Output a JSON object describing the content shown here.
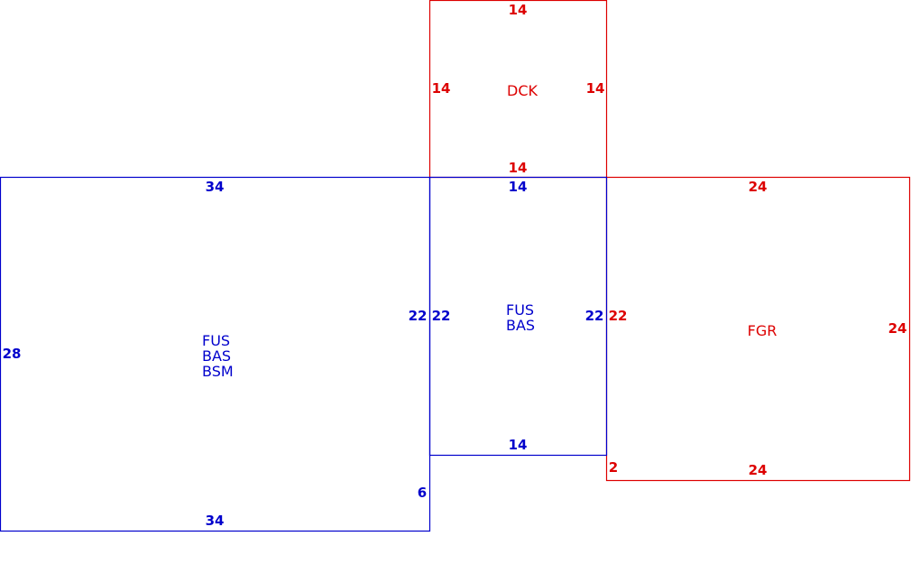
{
  "colors": {
    "fus": "#0000cc",
    "add": "#dd0000",
    "background": "#ffffff"
  },
  "areas": {
    "main": {
      "codes": [
        "FUS",
        "BAS",
        "BSM"
      ],
      "dims": {
        "top": "34",
        "bottom": "34",
        "left": "28",
        "right": "22",
        "step": "6"
      }
    },
    "middle": {
      "codes": [
        "FUS",
        "BAS"
      ],
      "dims": {
        "top": "14",
        "bottom": "14",
        "left": "22",
        "right": "22"
      }
    },
    "dck": {
      "codes": [
        "DCK"
      ],
      "dims": {
        "top": "14",
        "bottom": "14",
        "left": "14",
        "right": "14"
      }
    },
    "fgr": {
      "codes": [
        "FGR"
      ],
      "dims": {
        "top": "24",
        "bottom": "24",
        "left": "22",
        "right": "24",
        "step": "2"
      }
    }
  }
}
